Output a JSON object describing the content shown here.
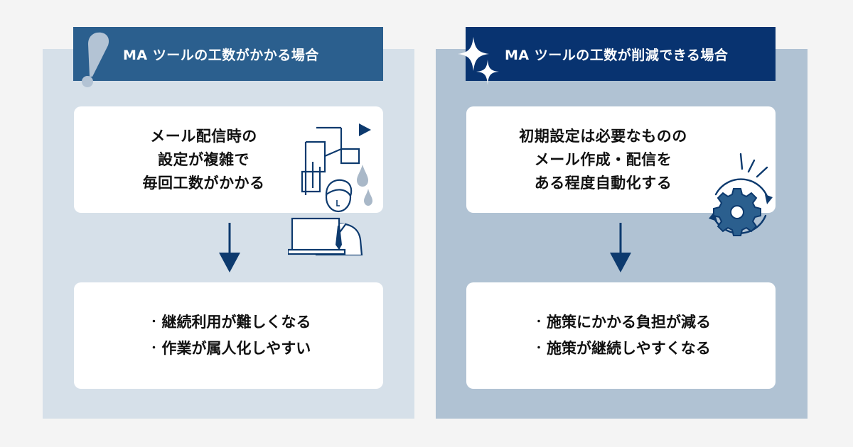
{
  "colors": {
    "background": "#f4f4f4",
    "left_panel": "#d6e0e9",
    "right_panel": "#b0c2d3",
    "left_header": "#2b5f8e",
    "right_header": "#083370",
    "arrow": "#0d3a6e"
  },
  "left": {
    "header": "MA ツールの工数がかかる場合",
    "header_icon": "exclamation-icon",
    "problem_lines": [
      "メール配信時の",
      "設定が複雑で",
      "毎回工数がかかる"
    ],
    "illustration": "stressed-worker-illustration",
    "arrow_icon": "down-arrow-icon",
    "results": [
      "継続利用が難しくなる",
      "作業が属人化しやすい"
    ],
    "bullet": "・"
  },
  "right": {
    "header": "MA ツールの工数が削減できる場合",
    "header_icon": "sparkle-icon",
    "problem_lines": [
      "初期設定は必要なものの",
      "メール作成・配信を",
      "ある程度自動化する"
    ],
    "illustration": "automation-gear-illustration",
    "arrow_icon": "down-arrow-icon",
    "results": [
      "施策にかかる負担が減る",
      "施策が継続しやすくなる"
    ],
    "bullet": "・"
  }
}
